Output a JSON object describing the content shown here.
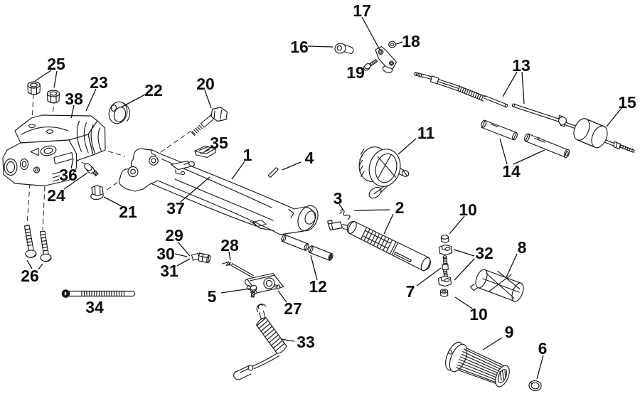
{
  "diagram": {
    "kind": "exploded-parts-diagram",
    "background_color": "#ffffff",
    "line_color": "#1b1b1b"
  },
  "callouts": [
    {
      "label": "1"
    },
    {
      "label": "2"
    },
    {
      "label": "3"
    },
    {
      "label": "4"
    },
    {
      "label": "5"
    },
    {
      "label": "6"
    },
    {
      "label": "7"
    },
    {
      "label": "8"
    },
    {
      "label": "9"
    },
    {
      "label": "10"
    },
    {
      "label": "10"
    },
    {
      "label": "11"
    },
    {
      "label": "12"
    },
    {
      "label": "13"
    },
    {
      "label": "14"
    },
    {
      "label": "15"
    },
    {
      "label": "16"
    },
    {
      "label": "17"
    },
    {
      "label": "18"
    },
    {
      "label": "19"
    },
    {
      "label": "20"
    },
    {
      "label": "21"
    },
    {
      "label": "22"
    },
    {
      "label": "23"
    },
    {
      "label": "24"
    },
    {
      "label": "25"
    },
    {
      "label": "26"
    },
    {
      "label": "27"
    },
    {
      "label": "28"
    },
    {
      "label": "29"
    },
    {
      "label": "30"
    },
    {
      "label": "31"
    },
    {
      "label": "32"
    },
    {
      "label": "33"
    },
    {
      "label": "34"
    },
    {
      "label": "35"
    },
    {
      "label": "36"
    },
    {
      "label": "37"
    },
    {
      "label": "38"
    }
  ]
}
